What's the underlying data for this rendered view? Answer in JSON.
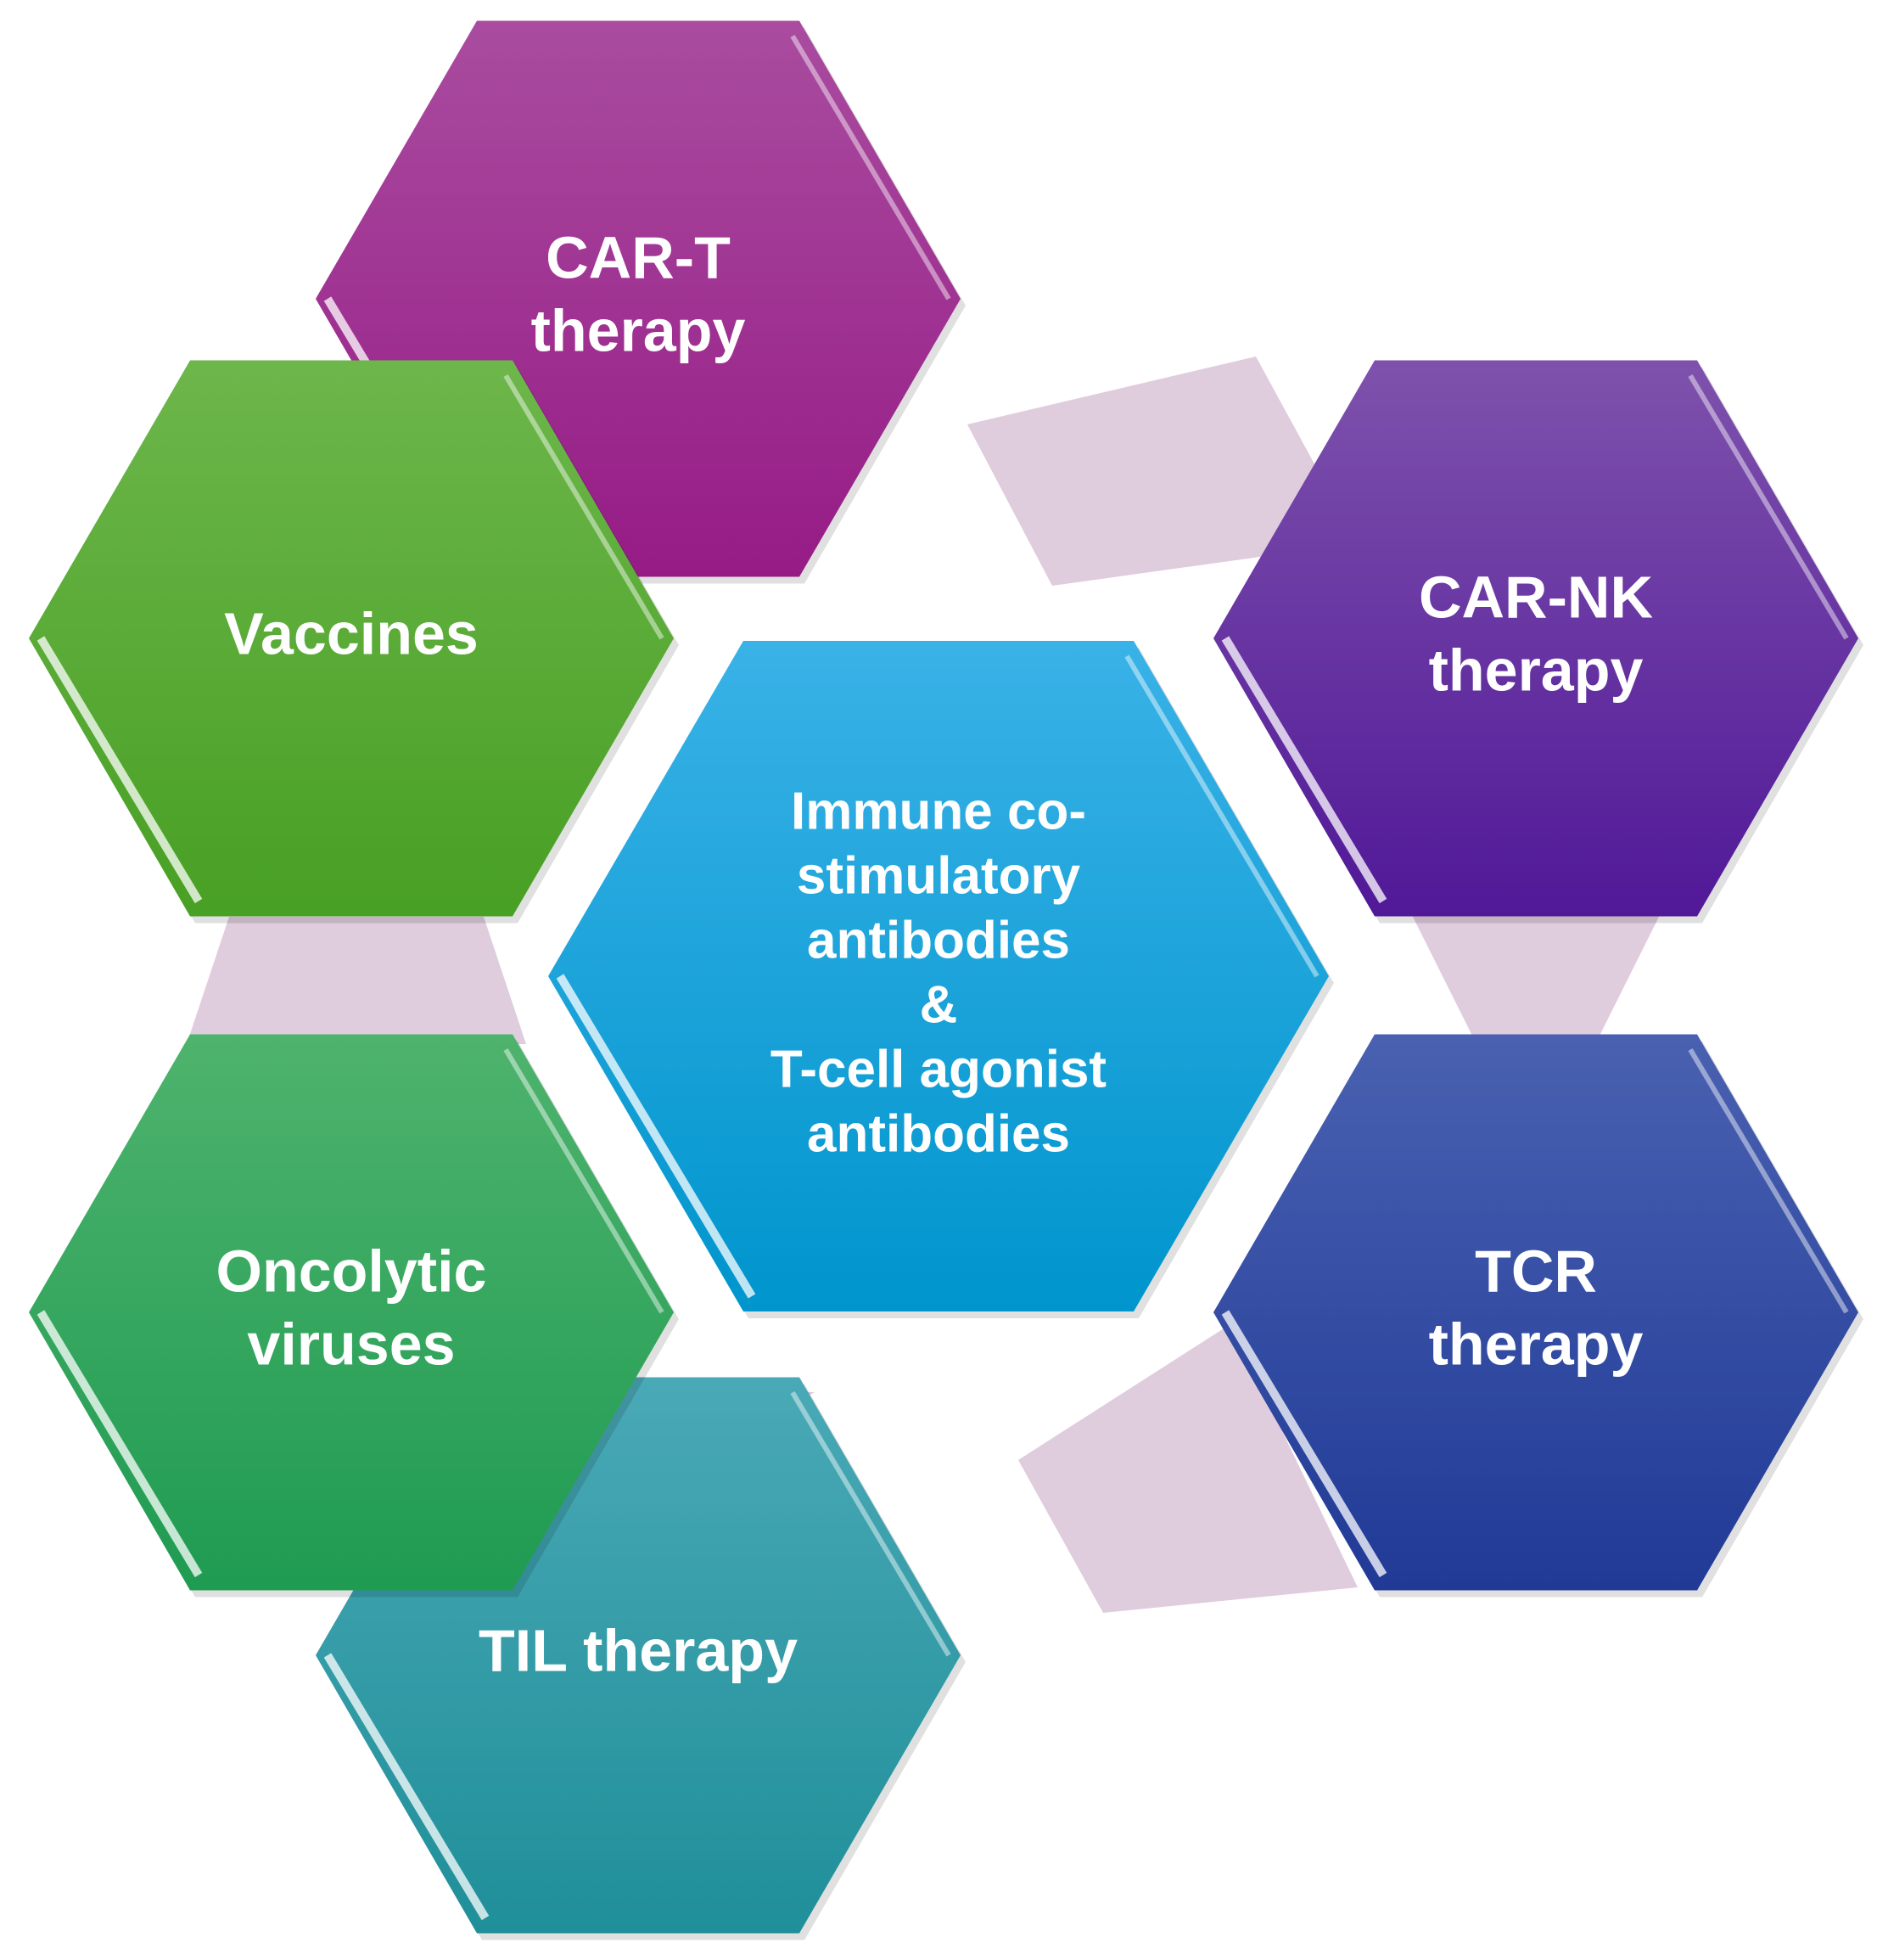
{
  "center": {
    "lines": [
      "Immune co-",
      "stimulatory",
      "antibodies",
      "&",
      "T-cell agonist",
      "antibodies"
    ],
    "color_top": "#39b2e7",
    "color_bottom": "#0095cd"
  },
  "hexagons": [
    {
      "id": "car-t",
      "lines": [
        "CAR-T",
        "therapy"
      ],
      "color_top": "#a94c9f",
      "color_bottom": "#961b86"
    },
    {
      "id": "car-nk",
      "lines": [
        "CAR-NK",
        "therapy"
      ],
      "color_top": "#7e52ac",
      "color_bottom": "#511898"
    },
    {
      "id": "tcr",
      "lines": [
        "TCR",
        "therapy"
      ],
      "color_top": "#4a61b1",
      "color_bottom": "#203a96"
    },
    {
      "id": "til",
      "lines": [
        "TIL therapy"
      ],
      "color_top": "#4aa9b6",
      "color_bottom": "#1f8f99"
    },
    {
      "id": "oncolytic",
      "lines": [
        "Oncolytic",
        "viruses"
      ],
      "color_top": "#4eb36d",
      "color_bottom": "#1f9b52"
    },
    {
      "id": "vaccines",
      "lines": [
        "Vaccines"
      ],
      "color_top": "#6db64b",
      "color_bottom": "#48a024"
    }
  ],
  "connector_color": "#dcc6d9"
}
